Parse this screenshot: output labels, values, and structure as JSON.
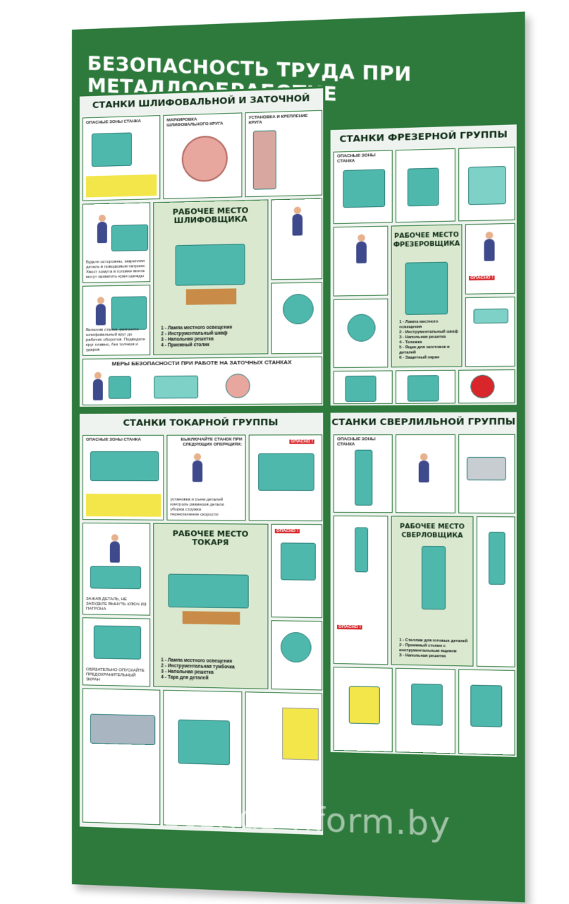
{
  "poster": {
    "title": "БЕЗОПАСНОСТЬ ТРУДА ПРИ МЕТАЛЛООБРАБОТКЕ",
    "accent_color": "#2e7a3c"
  },
  "sections": {
    "grinding": "СТАНКИ ШЛИФОВАЛЬНОЙ И ЗАТОЧНОЙ ГРУПП",
    "milling": "СТАНКИ ФРЕЗЕРНОЙ ГРУППЫ",
    "turning": "СТАНКИ ТОКАРНОЙ ГРУППЫ",
    "drilling": "СТАНКИ СВЕРЛИЛЬНОЙ ГРУППЫ"
  },
  "grinding": {
    "p1_title": "ОПАСНЫЕ ЗОНЫ СТАНКА",
    "p2_title": "МАРКИРОВКА ШЛИФОВАЛЬНОГО КРУГА",
    "p3_title": "УСТАНОВКА И КРЕПЛЕНИЕ КРУГА",
    "workplace_title": "РАБОЧЕЕ МЕСТО ШЛИФОВЩИКА",
    "workplace_list": [
      "1 - Лампа местного освещения",
      "2 - Инструментальный шкаф",
      "3 - Напольная решетка",
      "4 - Приемный столик"
    ],
    "caution_1": "Будьте осторожны, закрепляя деталь в поводковом патроне. Хвост хомута в головке винта могут захватить края одежды",
    "caution_2": "Включив станок, разгоните шлифовальный круг до рабочих оборотов. Подводите круг плавно, без толчков и ударов",
    "sharpening_title": "МЕРЫ БЕЗОПАСНОСТИ ПРИ РАБОТЕ НА ЗАТОЧНЫХ СТАНКАХ"
  },
  "milling": {
    "p1_title": "ОПАСНЫЕ ЗОНЫ СТАНКА",
    "workplace_title": "РАБОЧЕЕ МЕСТО ФРЕЗЕРОВЩИКА",
    "workplace_list": [
      "1 - Лампа местного освещения",
      "2 - Инструментальный шкаф",
      "3 - Напольная решетка",
      "4 - Тележка",
      "5 - Ящик для заготовок и деталей",
      "6 - Защитный экран"
    ],
    "danger": "ОПАСНО !"
  },
  "turning": {
    "p1_title": "ОПАСНЫЕ ЗОНЫ СТАНКА",
    "p2_caption": "ВЫКЛЮЧАЙТЕ СТАНОК ПРИ СЛЕДУЮЩИХ ОПЕРАЦИЯХ:",
    "p2_list": [
      "установка и съем деталей",
      "контроль размеров детали",
      "уборка стружки",
      "переключение скорости"
    ],
    "workplace_title": "РАБОЧЕЕ МЕСТО ТОКАРЯ",
    "workplace_list": [
      "1 - Лампа местного освещения",
      "2 - Инструментальная тумбочка",
      "3 - Напольная решетка",
      "4 - Тара для деталей"
    ],
    "caution_1": "ЗАЖАВ ДЕТАЛЬ, НЕ ЗАБУДЬТЕ ВЫНУТЬ КЛЮЧ ИЗ ПАТРОНА",
    "caution_2": "ОБЯЗАТЕЛЬНО ОПУСКАЙТЕ ПРЕДОХРАНИТЕЛЬНЫЙ ЭКРАН",
    "danger": "ОПАСНО !"
  },
  "drilling": {
    "p1_title": "ОПАСНЫЕ ЗОНЫ СТАНКА",
    "workplace_title": "РАБОЧЕЕ МЕСТО СВЕРЛОВЩИКА",
    "workplace_list": [
      "1 - Стеллаж для готовых деталей",
      "2 - Приемный столик с инструментальным ящиком",
      "3 - Напольная решетка"
    ],
    "danger": "ОПАСНО !"
  },
  "watermark": "stends-nform.by"
}
